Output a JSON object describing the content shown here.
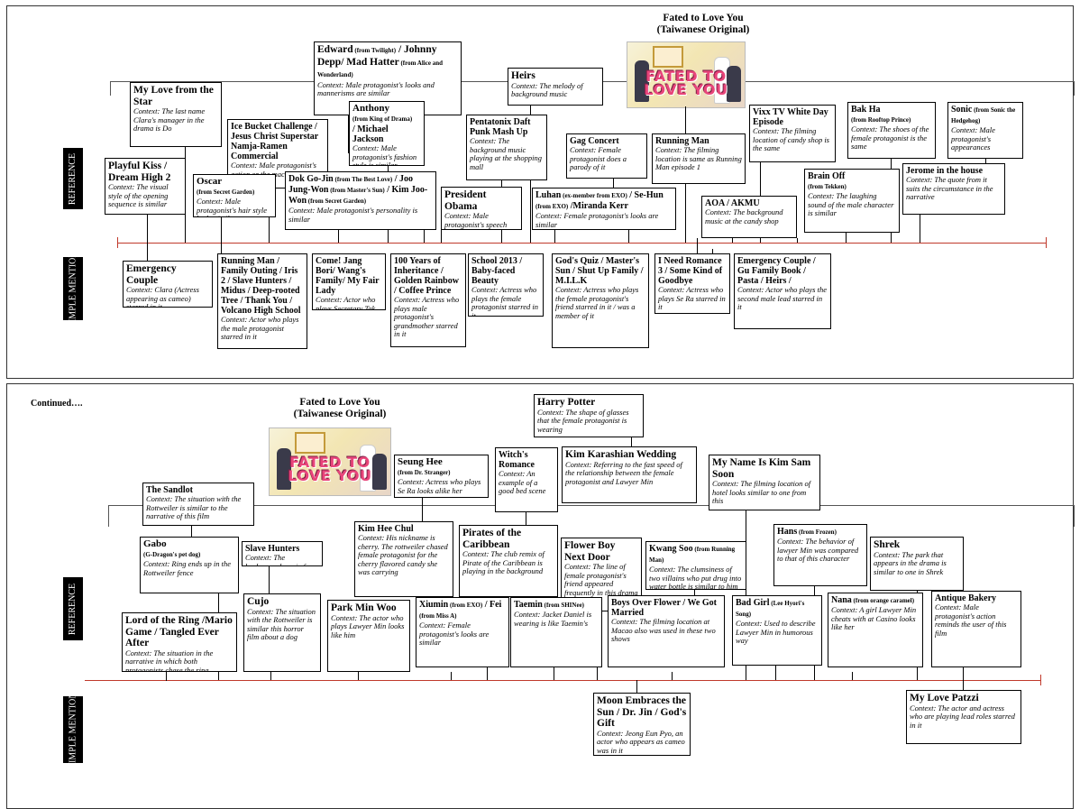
{
  "poster": {
    "title": "Fated to Love You",
    "subtitle": "(Taiwanese Original)",
    "logo": "FATED TO LOVE YOU"
  },
  "labels": {
    "reference": "REFERENCE",
    "simple_mention": "SIMPLE MENTION",
    "continued": "Continued…."
  },
  "top": {
    "boxes": [
      {
        "title": "Edward",
        "sub1": " (from Twilight)",
        "mid": " / Johnny Depp/ Mad Hatter",
        "sub2": " (from Alice and Wonderland)",
        "context": "Context: Male protagonist's looks and mannerisms are similar"
      },
      {
        "title": "Heirs",
        "context": "Context: The melody of background music"
      },
      {
        "title": "My Love from the Star",
        "context": "Context: The last name Clara's manager in the drama is Do"
      },
      {
        "title": "Ice Bucket Challenge / Jesus Christ Superstar Namja-Ramen Commercial",
        "context": "Context: Male protagonist's action or the macho-ness of it are similar"
      },
      {
        "title": "Anthony",
        "sub1": "(from King of Drama)",
        "mid": "/ Michael Jackson",
        "context": "Context: Male protagonist's fashion style is similar"
      },
      {
        "title": "Pentatonix Daft Punk Mash Up",
        "context": "Context: The background music playing at the shopping mall"
      },
      {
        "title": "Vixx TV White Day Episode",
        "context": "Context: The filming location of candy shop is the same"
      },
      {
        "title": "Bak Ha",
        "sub1": "(from Rooftop Prince)",
        "context": "Context: The shoes of the female protagonist is the same"
      },
      {
        "title": "Sonic",
        "sub1": " (from Sonic the Hedgehog)",
        "context": "Context: Male protagonist's appearances"
      },
      {
        "title": "Gag Concert",
        "context": "Context: Female protagonist does a parody of it"
      },
      {
        "title": "Running Man",
        "context": "Context: The filming location is same as Running Man episode 1"
      },
      {
        "title": "Playful Kiss / Dream High 2",
        "context": "Context: The visual style of the opening sequence is similar"
      },
      {
        "title": "Oscar",
        "sub1": "(from Secret Garden)",
        "context": "Context: Male protagonist's hair style looks similar"
      },
      {
        "title": "Dok Go-Jin",
        "sub1": " (from The Best Love)",
        "mid": " / Joo Jung-Won",
        "sub2": " (from Master's Sun)",
        "mid2": " / Kim Joo-Won",
        "sub3": " (from Secret Garden)",
        "context": "Context: Male protagonist's personality is similar"
      },
      {
        "title": "President Obama",
        "context": "Context: Male protagonist's speech style"
      },
      {
        "title": "Luhan",
        "sub1": " (ex-member from EXO)",
        "mid": " / Se-Hun",
        "sub2": " (from EXO)",
        "mid2": " /Miranda Kerr",
        "context": "Context: Female protagonist's looks are similar"
      },
      {
        "title": "Brain Off",
        "sub1": "(from Tekken)",
        "context": "Context: The laughing sound of the male character is similar"
      },
      {
        "title": "Jerome in the house",
        "context": "Context: The quote from it suits the circumstance in the narrative"
      },
      {
        "title": "AOA / AKMU",
        "context": "Context: The background music at the candy shop"
      }
    ],
    "mentions": [
      {
        "title": "Emergency Couple",
        "context": "Context: Clara (Actress appearing as cameo) starred in it"
      },
      {
        "title": "Running Man / Family Outing / Iris 2 / Slave Hunters / Midus / Deep-rooted Tree / Thank You / Volcano High School",
        "context": "Context: Actor who plays the male protagonist starred in it"
      },
      {
        "title": "Come! Jang Bori/ Wang's Family/ My Fair Lady",
        "context": "Context: Actor who plays Secretary Tak starred in it"
      },
      {
        "title": "100 Years of Inheritance / Golden Rainbow / Coffee Prince",
        "context": "Context: Actress who plays male protagonist's grandmother starred in it"
      },
      {
        "title": "School 2013 / Baby-faced Beauty",
        "context": "Context: Actress who plays the female protagonist starred in it"
      },
      {
        "title": "God's Quiz / Master's Sun / Shut Up Family / M.I.L.K",
        "context": "Context: Actress who plays the female protagonist's friend starred in it / was a member of it"
      },
      {
        "title": "I Need Romance 3 / Some Kind of Goodbye",
        "context": "Context: Actress who plays Se Ra starred in it"
      },
      {
        "title": "Emergency Couple / Gu Family Book / Pasta / Heirs /",
        "context": "Context: Actor who plays the second male lead starred in it"
      }
    ]
  },
  "bottom": {
    "boxes": [
      {
        "title": "Harry Potter",
        "context": "Context: The shape of glasses that the female protagonist is wearing"
      },
      {
        "title": "Seung Hee",
        "sub1": "(from Dr. Stranger)",
        "context": "Context: Actress who plays Se Ra looks alike her"
      },
      {
        "title": "Witch's Romance",
        "context": "Context: An example of a good bed scene"
      },
      {
        "title": "Kim Karashian Wedding",
        "context": "Context: Referring to the fast speed of the relationship between the female protagonist and Lawyer Min"
      },
      {
        "title": "My Name Is Kim Sam Soon",
        "context": "Context: The filming location of hotel looks similar to one from this"
      },
      {
        "title": "The Sandlot",
        "context": "Context: The situation with the Rottweiler is similar to the narrative of this film"
      },
      {
        "title": "Kim Hee Chul",
        "context": "Context: His nickname is cherry. The rottweiler chased female protagonist for the cherry flavored candy she was carrying"
      },
      {
        "title": "Pirates of the Caribbean",
        "context": "Context: The club remix of Pirate of the Caribbean is playing in the background"
      },
      {
        "title": "Flower Boy Next Door",
        "context": "Context: The line of female protagonist's friend appeared frequently in this drama"
      },
      {
        "title": "Kwang Soo",
        "sub1": " (from Running Man)",
        "context": "Context: The clumsiness of two villains who put drug into water bottle is similar to him"
      },
      {
        "title": "Hans",
        "sub1": " (from Frozen)",
        "context": "Context: The behavior of lawyer Min was compared to that of this character"
      },
      {
        "title": "Shrek",
        "context": "Context: The park that appears in the drama is similar to one in Shrek"
      },
      {
        "title": "Gabo",
        "sub1": "(G-Dragon's pet dog)",
        "context": "Context: Ring ends up in the Rottweiler fence"
      },
      {
        "title": "Slave Hunters",
        "context": "Context: The background music from Slave Hunters is used"
      },
      {
        "title": "Lord of the Ring /Mario Game / Tangled Ever After",
        "context": "Context: The situation in the narrative in which both protagonists chase the ring"
      },
      {
        "title": "Cujo",
        "context": "Context: The situation with the Rottweiler is similar this horror film about a dog"
      },
      {
        "title": "Park Min Woo",
        "context": "Context: The actor who plays Lawyer Min looks like him"
      },
      {
        "title": "Xiumin",
        "sub1": " (from EXO)",
        "mid": " / Fei",
        "sub2": " (from Miss A)",
        "context": "Context: Female protagonist's looks are similar"
      },
      {
        "title": "Taemin",
        "sub1": " (from SHINee)",
        "context": "Context: Jacket Daniel is wearing is like Taemin's"
      },
      {
        "title": "Boys Over Flower / We Got Married",
        "context": "Context: The filming location at Macao also was used in these two shows"
      },
      {
        "title": "Bad Girl",
        "sub1": " (Lee Hyori's Song)",
        "context": "Context: Used to describe Lawyer Min in humorous way"
      },
      {
        "title": "Nana",
        "sub1": " (from orange caramel)",
        "context": "Context: A girl Lawyer Min cheats with at Casino looks like her"
      },
      {
        "title": "Antique Bakery",
        "context": "Context: Male protagonist's action reminds the user of this film"
      }
    ],
    "mentions": [
      {
        "title": "Moon Embraces the Sun / Dr. Jin / God's Gift",
        "context": "Context: Jeong Eun Pyo, an actor who appears as cameo was in it"
      },
      {
        "title": "My Love Patzzi",
        "context": "Context: The actor and actress who are playing lead roles starred in it"
      }
    ]
  },
  "colors": {
    "timeline": "#c0392b",
    "side_label_bg": "#000000"
  }
}
